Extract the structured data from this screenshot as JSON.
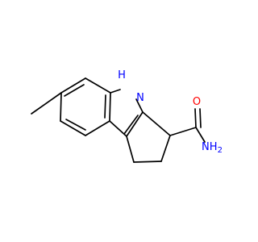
{
  "molecule": {
    "atom_labels": {
      "indole_h": "H",
      "indole_n": "N",
      "carbonyl_o": "O",
      "amide_n": "N",
      "amide_h": "H",
      "amide_subscript": "2"
    },
    "colors": {
      "nitrogen": "#0000ff",
      "oxygen": "#ff0000",
      "bond": "#000000",
      "background": "#ffffff"
    }
  }
}
